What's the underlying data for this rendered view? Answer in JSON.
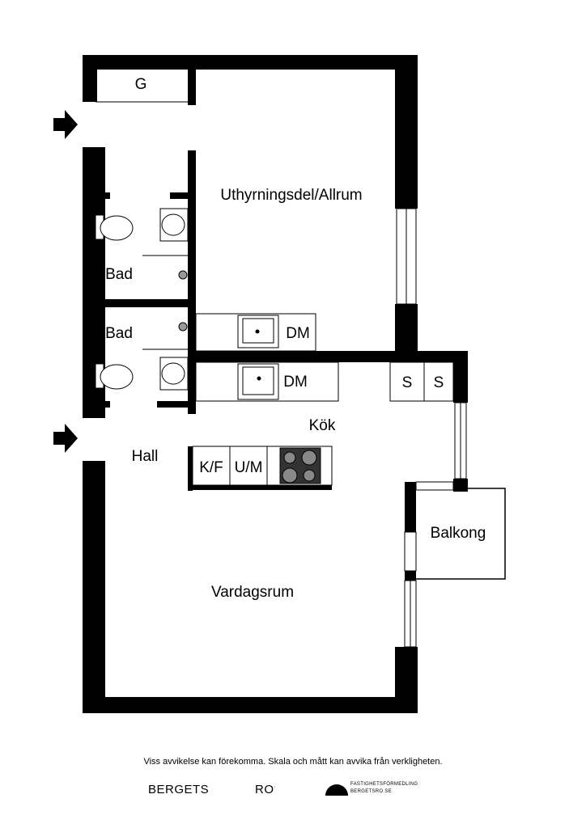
{
  "rooms": {
    "garderob": "G",
    "allrum": "Uthyrningsdel/Allrum",
    "bad_upper": "Bad",
    "bad_lower": "Bad",
    "kok": "Kök",
    "hall": "Hall",
    "vardagsrum": "Vardagsrum",
    "balkong": "Balkong"
  },
  "fixtures": {
    "dm_upper": "DM",
    "dm_lower": "DM",
    "storage_1": "S",
    "storage_2": "S",
    "kf": "K/F",
    "um": "U/M"
  },
  "footer": {
    "disclaimer": "Viss avvikelse kan förekomma. Skala och mått kan avvika från verkligheten.",
    "brand_left": "BERGETS",
    "brand_right": "RO",
    "logo_line1": "FASTIGHETSFÖRMEDLING",
    "logo_line2": "BERGETSRO.SE"
  }
}
